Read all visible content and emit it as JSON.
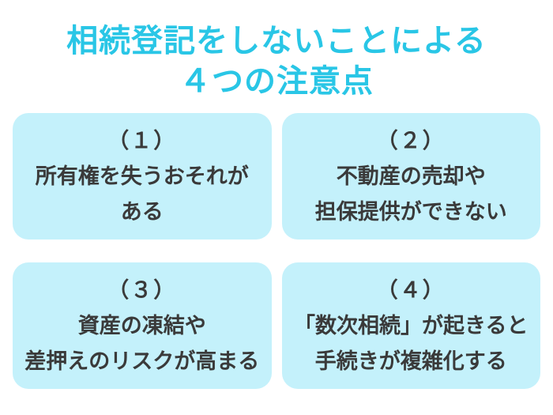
{
  "title": {
    "line1": "相続登記をしないことによる",
    "line2": "４つの注意点"
  },
  "colors": {
    "title_text": "#29C6E6",
    "card_background": "#C4F1FB",
    "card_text": "#3A3A3A",
    "page_background": "#FFFFFF"
  },
  "cards": [
    {
      "number": "（１）",
      "line1": "所有権を失うおそれが",
      "line2": "ある"
    },
    {
      "number": "（２）",
      "line1": "不動産の売却や",
      "line2": "担保提供ができない"
    },
    {
      "number": "（３）",
      "line1": "資産の凍結や",
      "line2": "差押えのリスクが高まる"
    },
    {
      "number": "（４）",
      "line1": "「数次相続」が起きると",
      "line2": "手続きが複雑化する"
    }
  ]
}
